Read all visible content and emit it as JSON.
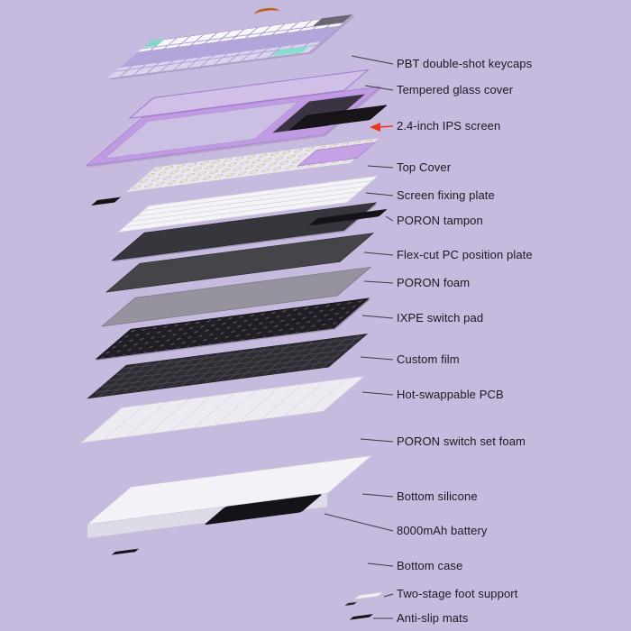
{
  "diagram": {
    "type": "exploded-view-diagram",
    "subject": "mechanical keyboard layer stack",
    "colors": {
      "background": "#c7badf",
      "top_cover_purple": "#c09ae2",
      "glass_purple": "#dbc8f2",
      "keycap_purple": "#b3a6dd",
      "keycap_teal": "#7fd9c8",
      "dark_layer": "#2e2d33",
      "light_layer": "#f3f2f7",
      "battery_black": "#141318",
      "label_text": "#1b1920",
      "leader_line": "#3c3a42",
      "arrow_red": "#e8391a"
    },
    "labels": [
      {
        "text": "PBT double-shot keycaps",
        "target": "keycaps"
      },
      {
        "text": "Tempered glass cover",
        "target": "glass-cover"
      },
      {
        "text": "2.4-inch IPS screen",
        "target": "ips-screen",
        "arrow_color": "#e8391a"
      },
      {
        "text": "Top Cover",
        "target": "top-cover"
      },
      {
        "text": "Screen fixing plate",
        "target": "screen-fixing-plate"
      },
      {
        "text": "PORON tampon",
        "target": "poron-tampon"
      },
      {
        "text": "Flex-cut PC position plate",
        "target": "flex-cut-pc-position-plate"
      },
      {
        "text": "PORON foam",
        "target": "poron-foam"
      },
      {
        "text": "IXPE switch pad",
        "target": "ixpe-switch-pad"
      },
      {
        "text": "Custom film",
        "target": "custom-film"
      },
      {
        "text": "Hot-swappable PCB",
        "target": "hot-swappable-pcb"
      },
      {
        "text": "PORON switch set foam",
        "target": "poron-switch-set-foam"
      },
      {
        "text": "Bottom silicone",
        "target": "bottom-silicone"
      },
      {
        "text": "8000mAh battery",
        "target": "battery"
      },
      {
        "text": "Bottom case",
        "target": "bottom-case"
      },
      {
        "text": "Two-stage foot support",
        "target": "foot-support"
      },
      {
        "text": "Anti-slip mats",
        "target": "anti-slip-mats"
      }
    ]
  }
}
